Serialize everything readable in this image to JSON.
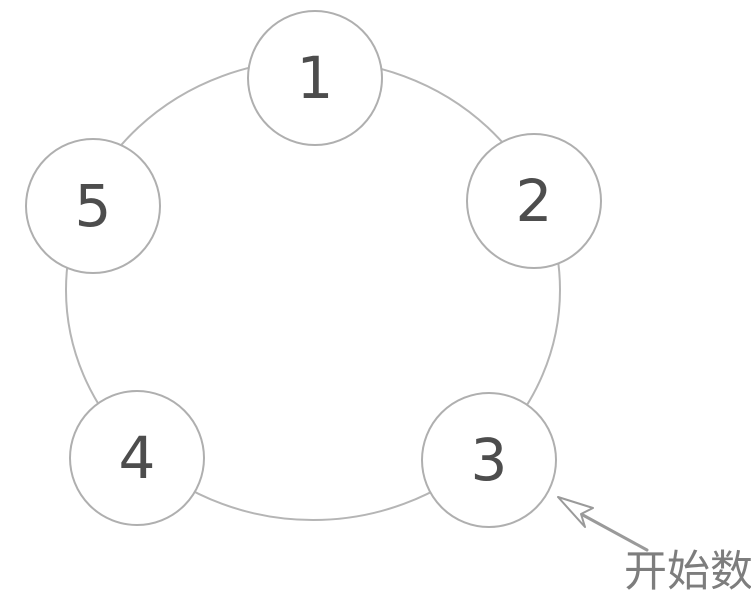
{
  "diagram": {
    "title": "",
    "nodes": [
      {
        "id": "node-1",
        "label": "1"
      },
      {
        "id": "node-2",
        "label": "2"
      },
      {
        "id": "node-3",
        "label": "3"
      },
      {
        "id": "node-4",
        "label": "4"
      },
      {
        "id": "node-5",
        "label": "5"
      }
    ],
    "annotation": {
      "label": "开始数",
      "points_to": "node-3"
    },
    "colors": {
      "ring_stroke": "#b5b5b5",
      "node_border": "#afafaf",
      "node_fill": "#ffffff",
      "number_text": "#4d4d4d",
      "arrow_stroke": "#9a9a9a",
      "annotation_text": "#7d7d7d",
      "background": "#ffffff"
    }
  }
}
